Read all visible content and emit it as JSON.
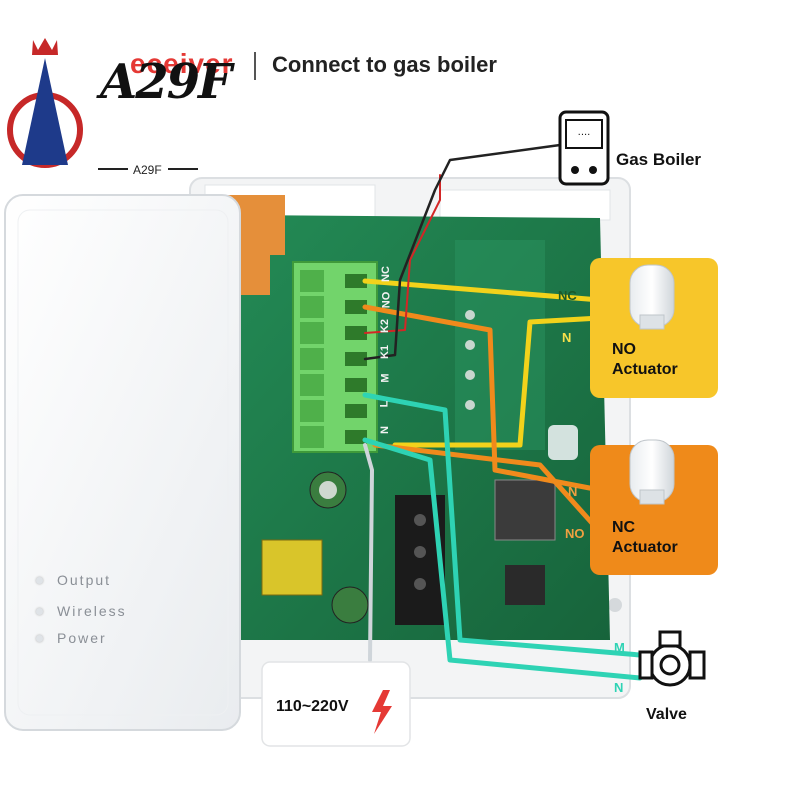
{
  "header": {
    "brand": "eceiver",
    "title": "Connect to gas boiler"
  },
  "watermark": {
    "text": "A29F",
    "caption": "A29F"
  },
  "labels": {
    "gas_boiler": "Gas Boiler",
    "no_actuator_line1": "NO",
    "no_actuator_line2": "Actuator",
    "nc_actuator_line1": "NC",
    "nc_actuator_line2": "Actuator",
    "valve": "Valve",
    "power_supply": "110~220V"
  },
  "wire_letters": {
    "no_nc": "NC",
    "no_n": "N",
    "nc_n": "N",
    "nc_no": "NO",
    "valve_m": "M",
    "valve_n": "N"
  },
  "terminals": [
    "NC",
    "NO",
    "K2",
    "K1",
    "M",
    "L",
    "N"
  ],
  "leds": [
    {
      "label": "Output"
    },
    {
      "label": "Wireless"
    },
    {
      "label": "Power"
    }
  ],
  "colors": {
    "wire_yellow": "#f2d21b",
    "wire_orange": "#f08a1c",
    "wire_teal": "#2ed3b4",
    "wire_red": "#d32626",
    "wire_black": "#222222",
    "box_yellow": "#f7c62a",
    "box_orange": "#ef8a1a",
    "board_green": "#1d7a4a",
    "terminal_green": "#6fd36a",
    "bolt_red": "#e53935",
    "brand_red": "#e53935"
  }
}
